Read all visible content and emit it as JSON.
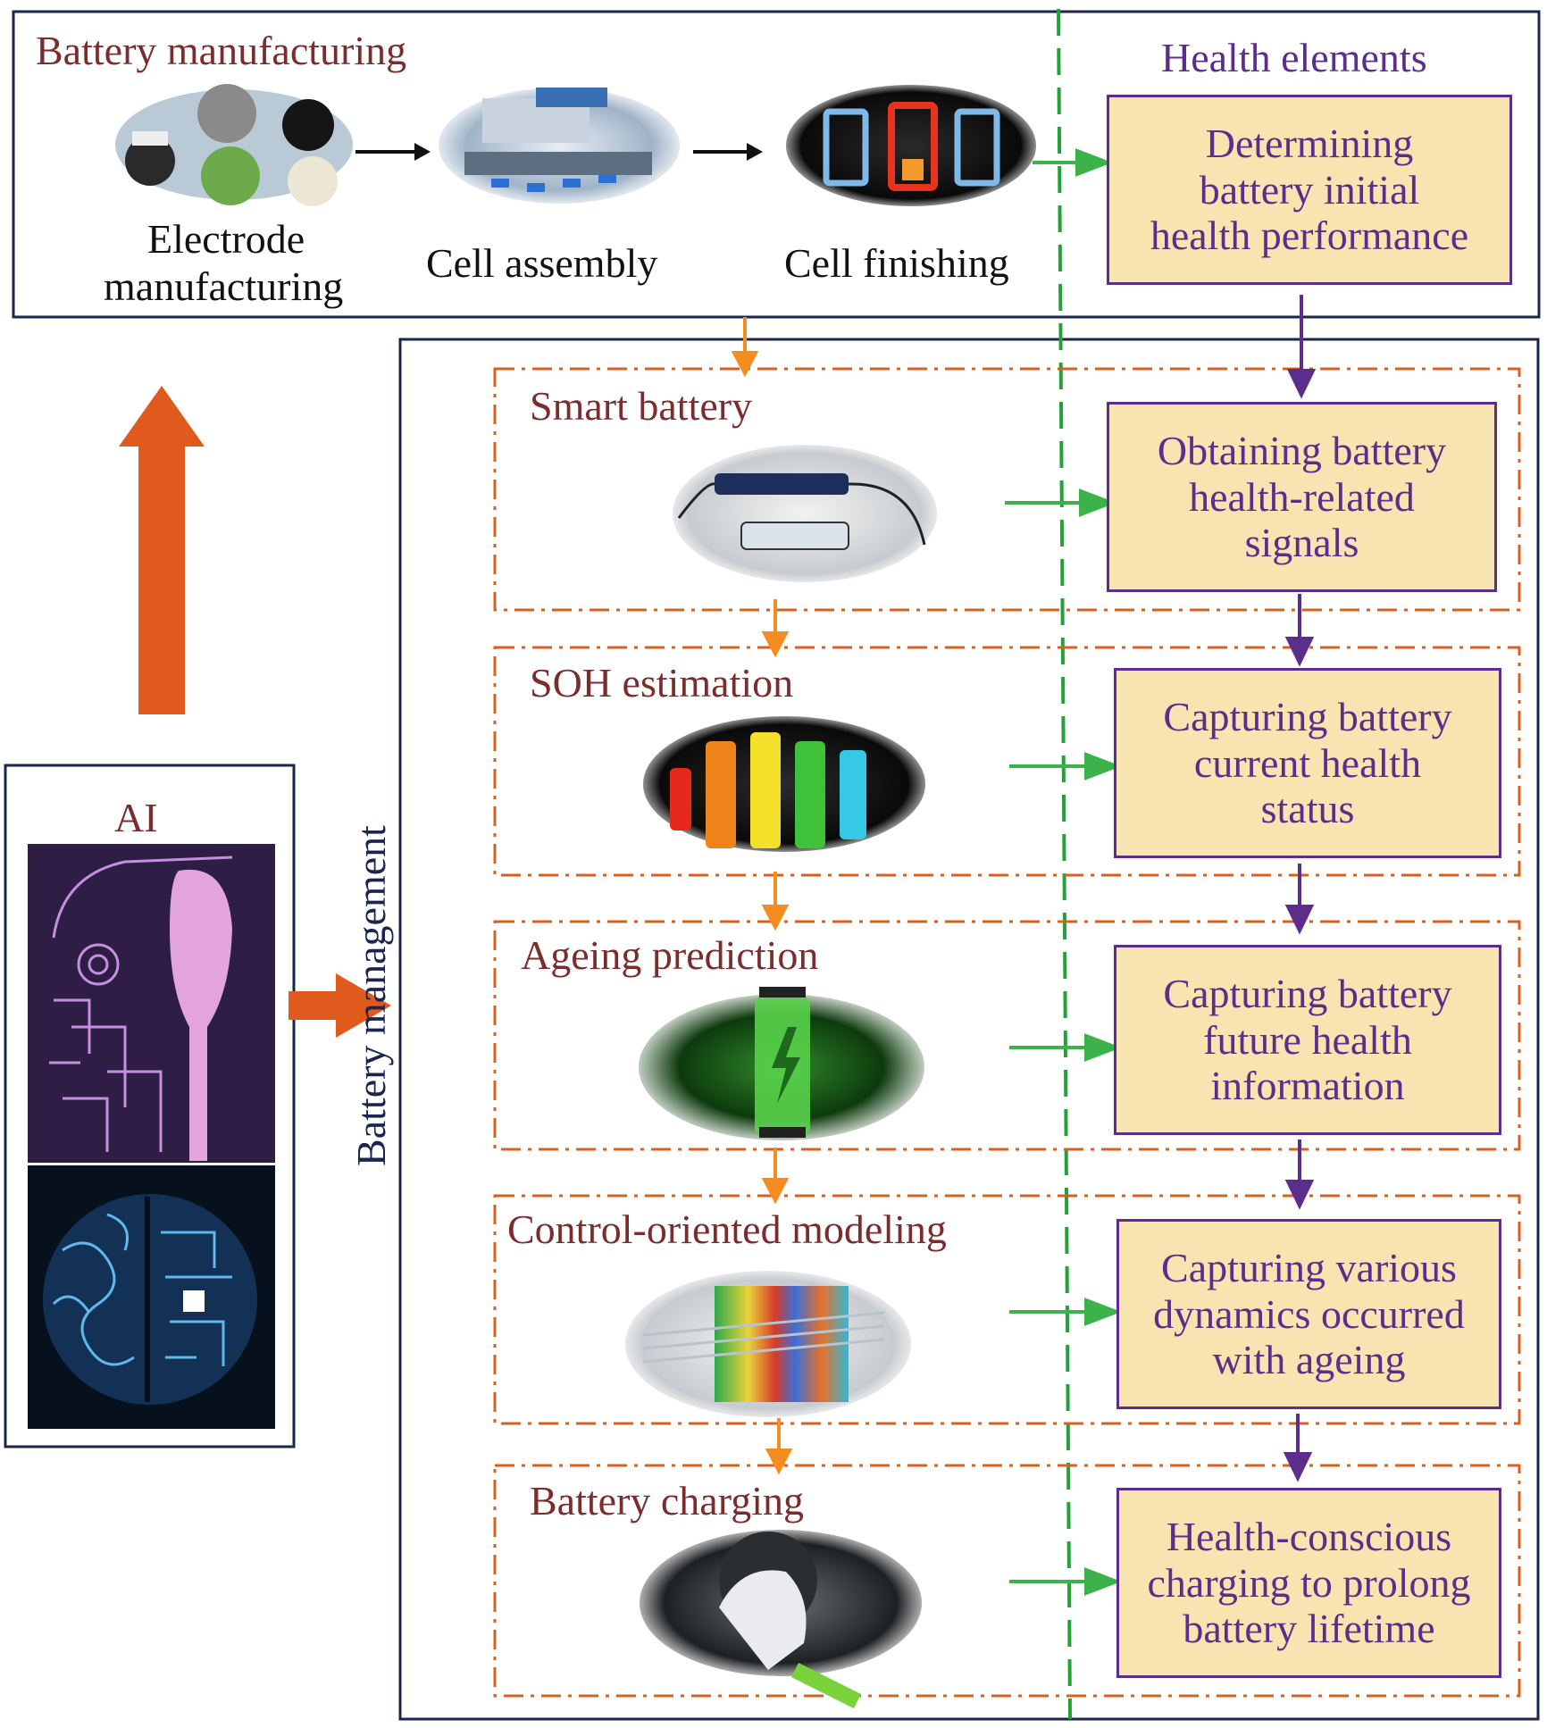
{
  "manufacturing": {
    "title": "Battery manufacturing",
    "steps": [
      {
        "line1": "Electrode",
        "line2": "manufacturing",
        "image": "electrode-materials-image"
      },
      {
        "line1": "Cell assembly",
        "line2": "",
        "image": "cell-assembly-line-image"
      },
      {
        "line1": "Cell finishing",
        "line2": "",
        "image": "battery-level-display-image"
      }
    ]
  },
  "health": {
    "title": "Health elements",
    "boxes": [
      [
        "Determining",
        "battery initial",
        "health performance"
      ],
      [
        "Obtaining battery",
        "health-related",
        "signals"
      ],
      [
        "Capturing battery",
        "current health",
        "status"
      ],
      [
        "Capturing battery",
        "future health",
        "information"
      ],
      [
        "Capturing various",
        "dynamics occurred",
        "with ageing"
      ],
      [
        "Health-conscious",
        "charging to prolong",
        "battery lifetime"
      ]
    ]
  },
  "management": {
    "title": "Battery management",
    "stages": [
      {
        "label": "Smart battery",
        "image": "smart-battery-sensor-image"
      },
      {
        "label": "SOH estimation",
        "image": "battery-charge-levels-image"
      },
      {
        "label": "Ageing prediction",
        "image": "glowing-battery-image"
      },
      {
        "label": "Control-oriented modeling",
        "image": "battery-thermal-model-image"
      },
      {
        "label": "Battery charging",
        "image": "ev-charging-plug-image"
      }
    ]
  },
  "ai": {
    "title": "AI",
    "images": [
      "circuit-head-image",
      "circuit-brain-image"
    ]
  },
  "colors": {
    "frame": "#1c2450",
    "brown_text": "#7b2d2d",
    "purple": "#5b2e8c",
    "health_box_fill": "#f7e4b0",
    "orange_arrow": "#f48c1f",
    "big_arrow": "#e05a1e",
    "dash_orange": "#d9601f",
    "green": "#3cb34a",
    "green_dash": "#23a23a"
  }
}
